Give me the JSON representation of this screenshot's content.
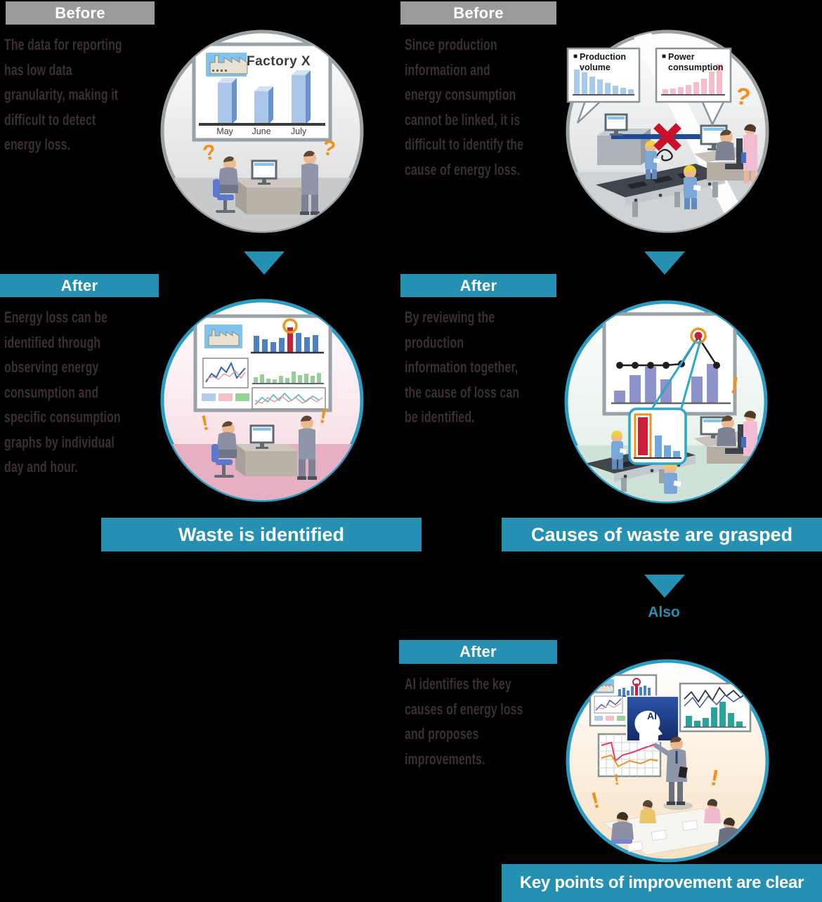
{
  "colors": {
    "background": "#000000",
    "teal": "#2690b3",
    "teal_circle_border": "#2a9dc2",
    "gray_label": "#9a9b9b",
    "gray_circle_border": "#9ba1a4",
    "body_text": "#3b2f2f",
    "banner_text": "#ffffff",
    "accent_orange": "#f09022",
    "highlight_red": "#c8203a",
    "link_line_blue": "#1c4b9c"
  },
  "icons": {
    "question_mark": "?",
    "exclamation_mark": "!",
    "legend_bullet": "■"
  },
  "flow": {
    "before_left": {
      "label": "Before",
      "text": "The data for reporting\nhas low data\ngranularity, making it\ndifficult to detect\nenergy loss."
    },
    "before_right": {
      "label": "Before",
      "text": "Since production\ninformation and\nenergy consumption\ncannot be linked, it is\ndifficult to identify the\ncause of energy loss."
    },
    "after_left": {
      "label": "After",
      "text": "Energy loss can be\nidentified through\nobserving energy\nconsumption and\nspecific consumption\ngraphs by individual\nday and hour."
    },
    "after_right": {
      "label": "After",
      "text": "By reviewing the\nproduction\ninformation together,\nthe cause of loss can\nbe identified."
    },
    "after_bottom": {
      "label": "After",
      "text": "AI identifies the key\ncauses of energy loss\nand proposes\nimprovements."
    },
    "also_label": "Also",
    "banner_left": "Waste is identified",
    "banner_right": "Causes of waste are grasped",
    "banner_bottom": "Key points of improvement are clear"
  },
  "illustrations": {
    "factory_chart": {
      "title": "Factory X",
      "months": [
        "May",
        "June",
        "July"
      ],
      "bar_heights": [
        59,
        47,
        70
      ]
    },
    "production_volume": {
      "title": "Production volume",
      "bars": [
        36,
        32,
        26,
        22,
        17,
        13,
        10,
        8
      ]
    },
    "power_consumption": {
      "title": "Power consumption",
      "bars": [
        8,
        9,
        11,
        14,
        18,
        23,
        33,
        44
      ]
    },
    "ai_label": "AI"
  }
}
